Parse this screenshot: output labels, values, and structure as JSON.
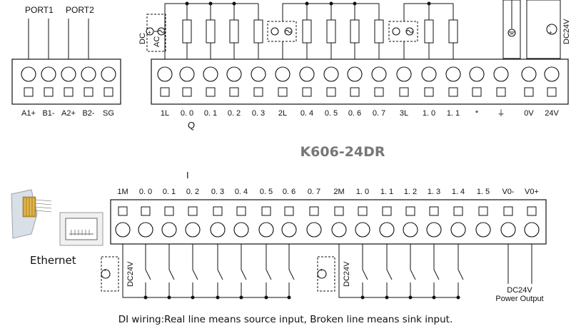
{
  "port_block": {
    "port1_label": "PORT1",
    "port2_label": "PORT2",
    "terminals": [
      "A1+",
      "B1-",
      "A2+",
      "B2-",
      "SG"
    ]
  },
  "output_block": {
    "terminals": [
      "1L",
      "0. 0",
      "0. 1",
      "0. 2",
      "0. 3",
      "2L",
      "0. 4",
      "0. 5",
      "0. 6",
      "0. 7",
      "3L",
      "1. 0",
      "1. 1",
      "*",
      "⏚",
      "0V",
      "24V"
    ],
    "group_label": "Q",
    "supply_dc_label": "DC",
    "supply_ac_label": "AC",
    "power_label": "DC24V"
  },
  "model_name": "K606-24DR",
  "input_block": {
    "group_label": "I",
    "terminals": [
      "1M",
      "0. 0",
      "0. 1",
      "0. 2",
      "0. 3",
      "0. 4",
      "0. 5",
      "0. 6",
      "0. 7",
      "2M",
      "1. 0",
      "1. 1",
      "1. 2",
      "1. 3",
      "1. 4",
      "1. 5",
      "V0-",
      "V0+"
    ],
    "supply_label": "DC24V",
    "power_output_line1": "DC24V",
    "power_output_line2": "Power Output"
  },
  "ethernet_label": "Ethernet",
  "caption": "DI wiring:Real line means source input, Broken line means sink input."
}
